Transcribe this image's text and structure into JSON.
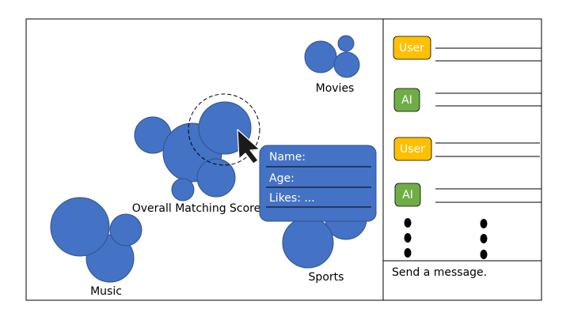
{
  "colors": {
    "bubble": "#4472c4",
    "bubble_stroke": "#2f528f",
    "user_badge": "#ffc000",
    "ai_badge": "#70ad47",
    "tooltip": "#4472c4"
  },
  "map": {
    "clusters": [
      {
        "label": "Movies"
      },
      {
        "label": "Overall Matching Score"
      },
      {
        "label": "Music"
      },
      {
        "label": "Sports"
      }
    ],
    "tooltip": {
      "fields": [
        "Name:",
        "Age:",
        "Likes: ..."
      ]
    }
  },
  "chat": {
    "messages": [
      {
        "role": "User"
      },
      {
        "role": "AI"
      },
      {
        "role": "User"
      },
      {
        "role": "AI"
      }
    ],
    "input_placeholder": "Send a message.",
    "more_icon": "vertical-ellipsis-icon"
  }
}
